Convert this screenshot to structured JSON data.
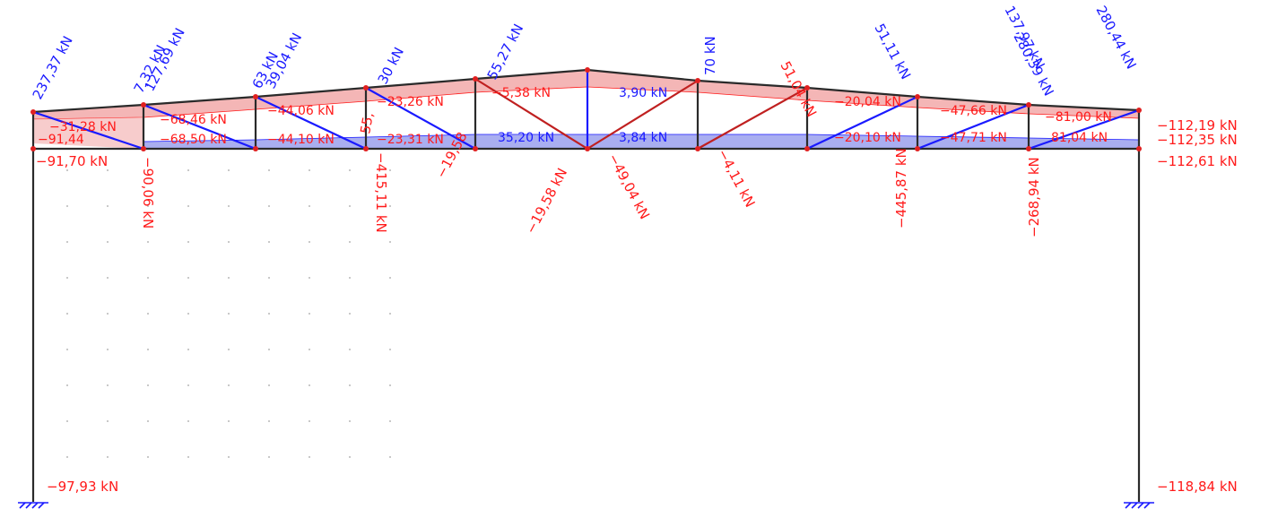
{
  "colors": {
    "tension": "#1a1aff",
    "compression": "#ff1a1a",
    "frame": "#2a2a2a",
    "fill_compression": "#f4b6b6",
    "fill_tension": "#a9aef0",
    "node": "#e02020",
    "grid_dot": "#b8b8b8"
  },
  "support_reactions": {
    "left_base": "−97,93 kN",
    "right_base": "−118,84 kN"
  },
  "column_labels": {
    "left_bottom_chord": "−91,70 kN",
    "right_top": "−112,19 kN",
    "right_mid": "−112,35 kN",
    "right_bottom": "−112,61 kN"
  },
  "top_chord_labels": [
    "237,37 kN",
    "7,32 kN",
    "127,69 kN",
    "63 kN",
    "39,04 kN",
    "30 kN",
    "55,27 kN",
    "70 kN",
    "51,11 kN",
    "137,97 kN",
    "280,39 kN",
    "280,44 kN"
  ],
  "chord_force_labels": [
    "−31,28 kN",
    "−91,44",
    "−68,46 kN",
    "−68,50 kN",
    "−44,06 kN",
    "−44,10 kN",
    "−23,26 kN",
    "−23,31 kN",
    "−5,38 kN",
    "35,20 kN",
    "3,90 kN",
    "3,84 kN",
    "−20,04 kN",
    "−20,10 kN",
    "−47,66 kN",
    "−47,71 kN",
    "−81,00 kN",
    "81,04 kN"
  ],
  "diagonal_labels": [
    "−90,06 kN",
    "−415,11 kN",
    "−19,58 kN",
    "−49,04 kN",
    "−445,87 kN",
    "−268,94 kN",
    "−4,11 kN",
    "51,04 kN",
    "55,",
    "−19,58"
  ]
}
